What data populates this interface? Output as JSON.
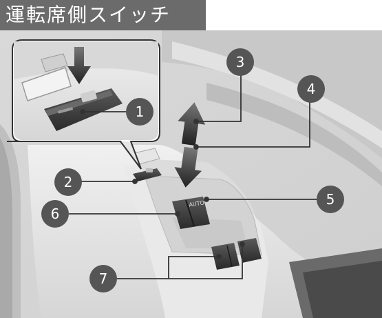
{
  "title": "運転席側スイッチ",
  "auto_label": "AUTO",
  "callouts": [
    {
      "id": "1",
      "label": "1"
    },
    {
      "id": "2",
      "label": "2"
    },
    {
      "id": "3",
      "label": "3"
    },
    {
      "id": "4",
      "label": "4"
    },
    {
      "id": "5",
      "label": "5"
    },
    {
      "id": "6",
      "label": "6"
    },
    {
      "id": "7",
      "label": "7"
    }
  ],
  "colors": {
    "title_bar": "#6b6b6b",
    "callout_circle": "#555555",
    "switch_dark": "#3a3a3a",
    "panel_light": "#e6e6e6"
  }
}
